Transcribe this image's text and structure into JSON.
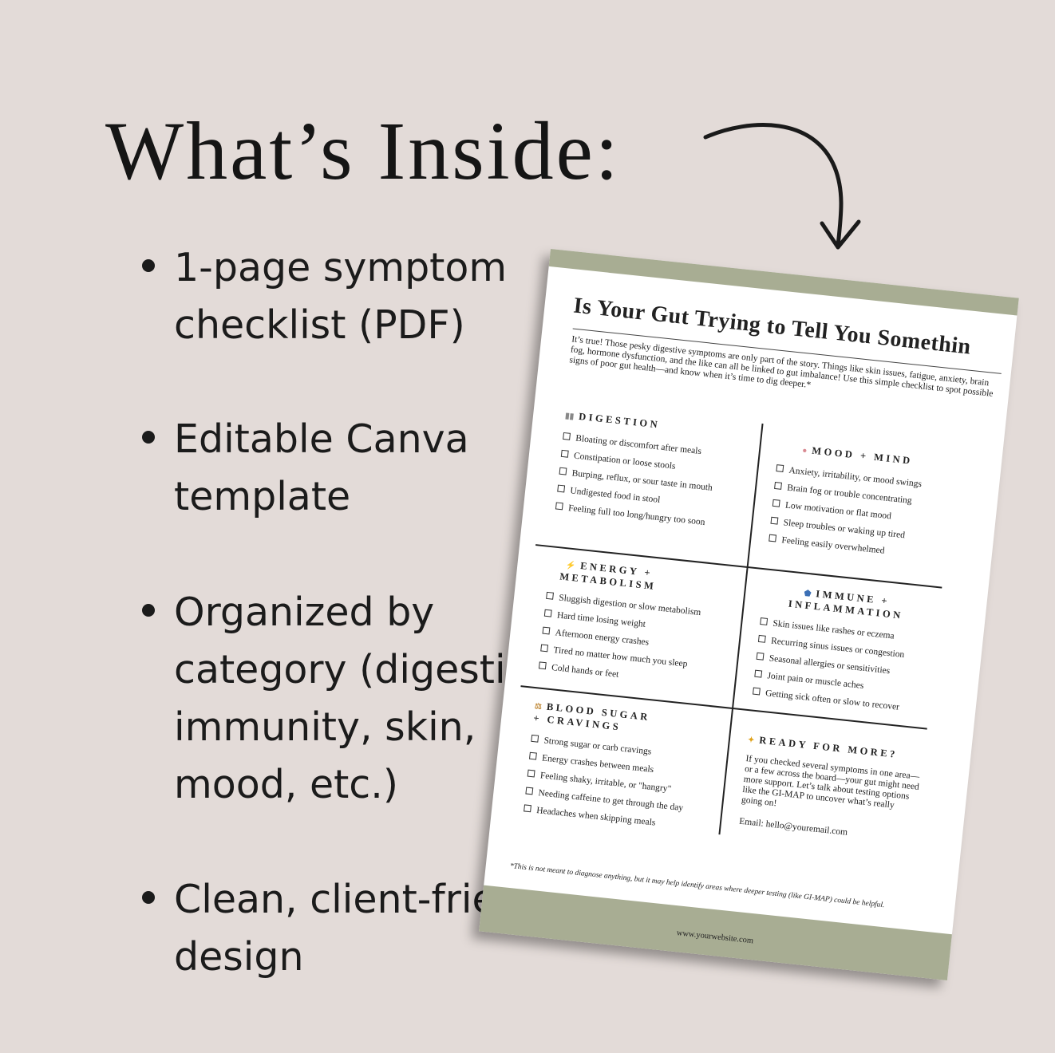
{
  "headline": "What’s Inside:",
  "bullets": [
    "1-page symptom checklist (PDF)",
    "Editable Canva template",
    "Organized by category (digestion, immunity, skin, mood, etc.)",
    "Clean, client-friendly design"
  ],
  "sheet": {
    "title": "Is Your Gut Trying to Tell You Somethin",
    "intro": "It’s true! Those pesky digestive symptoms are only part of the story. Things like skin issues, fatigue, anxiety, brain fog, hormone dysfunction, and the like can all be linked to gut imbalance! Use this simple checklist to spot possible signs of poor gut health—and know when it’s time to dig deeper.*",
    "sections": {
      "digestion": {
        "title": "Digestion",
        "icon": "fork-knife-icon",
        "items": [
          "Bloating or discomfort after meals",
          "Constipation or loose stools",
          "Burping, reflux, or sour taste in mouth",
          "Undigested food in stool",
          "Feeling full too long/hungry too soon"
        ]
      },
      "mood": {
        "title": "Mood + Mind",
        "icon": "brain-icon",
        "items": [
          "Anxiety, irritability, or mood swings",
          "Brain fog or trouble concentrating",
          "Low motivation or flat mood",
          "Sleep troubles or waking up tired",
          "Feeling easily overwhelmed"
        ]
      },
      "energy": {
        "title": "Energy + Metabolism",
        "icon": "lightning-icon",
        "items": [
          "Sluggish digestion or slow metabolism",
          "Hard time losing weight",
          "Afternoon energy crashes",
          "Tired no matter how much you sleep",
          "Cold hands or feet"
        ]
      },
      "immune": {
        "title": "Immune + Inflammation",
        "icon": "shield-icon",
        "items": [
          "Skin issues like rashes or eczema",
          "Recurring sinus issues or congestion",
          "Seasonal allergies or sensitivities",
          "Joint pain or muscle aches",
          "Getting sick often or slow to recover"
        ]
      },
      "blood": {
        "title": "Blood Sugar + Cravings",
        "icon": "scale-icon",
        "items": [
          "Strong sugar or carb cravings",
          "Energy crashes between meals",
          "Feeling shaky, irritable, or \"hangry\"",
          "Needing caffeine to get through the day",
          "Headaches when skipping meals"
        ]
      },
      "ready": {
        "title": "Ready for More?",
        "icon": "sparkle-icon",
        "body": "If you checked several symptoms in one area—or a few across the board—your gut might need more support. Let’s talk about testing options like the GI-MAP to uncover what’s really going on!",
        "email": "Email: hello@youremail.com"
      }
    },
    "disclaimer": "*This is not meant to diagnose anything, but it may help identify areas where deeper testing (like GI-MAP) could be helpful.",
    "website": "www.yourwebsite.com"
  },
  "colors": {
    "background": "#e3dbd8",
    "band": "#a8ad93",
    "text": "#1b1b1b"
  }
}
